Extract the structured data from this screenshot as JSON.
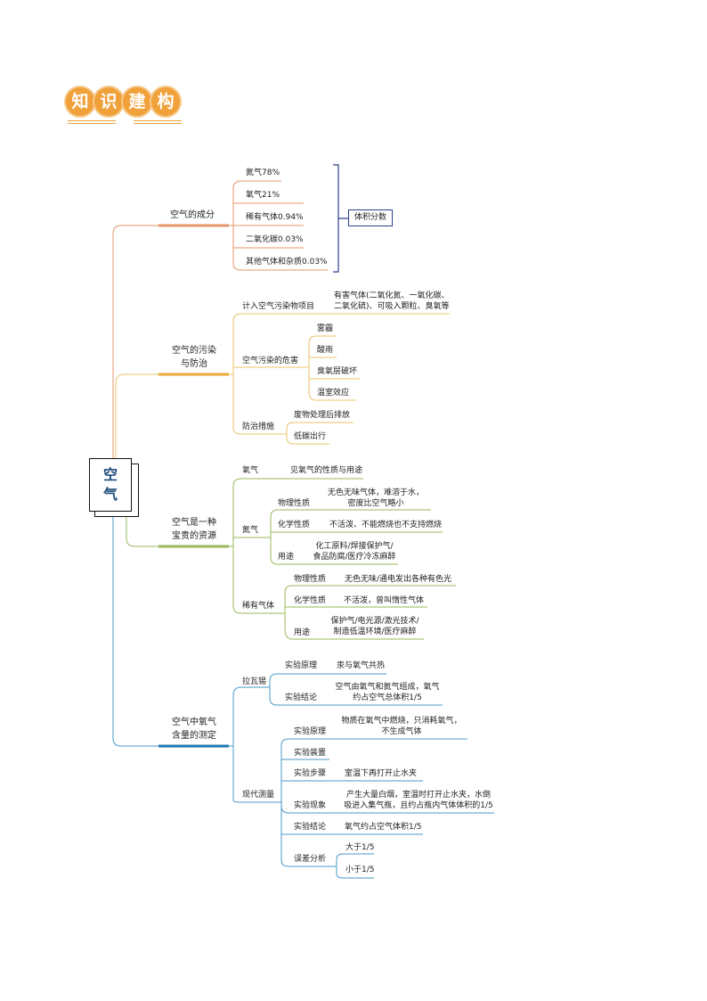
{
  "header": {
    "badge_chars": [
      "知",
      "识",
      "建",
      "构"
    ]
  },
  "root": {
    "title_line1": "空",
    "title_line2": "气"
  },
  "composition": {
    "title": "空气的成分",
    "items": [
      "氮气78%",
      "氧气21%",
      "稀有气体0.94%",
      "二氧化碳0.03%",
      "其他气体和杂质0.03%"
    ],
    "summary": "体积分数"
  },
  "pollution": {
    "title_line1": "空气的污染",
    "title_line2": "与防治",
    "count_label": "计入空气污染物项目",
    "count_desc_line1": "有害气体(二氧化氮、一氧化碳、",
    "count_desc_line2": "二氧化硫)、可吸入颗粒、臭氧等",
    "harm_label": "空气污染的危害",
    "harms": [
      "雾霾",
      "酸雨",
      "臭氧层破坏",
      "温室效应"
    ],
    "prevent_label": "防治措施",
    "prevents": [
      "废物处理后排放",
      "低碳出行"
    ]
  },
  "resource": {
    "title_line1": "空气是一种",
    "title_line2": "宝贵的资源",
    "oxygen": {
      "label": "氧气",
      "desc": "见氧气的性质与用途"
    },
    "nitrogen": {
      "label": "氮气",
      "physical_label": "物理性质",
      "physical_line1": "无色无味气体，难溶于水，",
      "physical_line2": "密度比空气略小",
      "chemical_label": "化学性质",
      "chemical": "不活泼、不能燃烧也不支持燃烧",
      "use_label": "用途",
      "use_line1": "化工原料/焊接保护气/",
      "use_line2": "食品防腐/医疗冷冻麻醉"
    },
    "noble": {
      "label": "稀有气体",
      "physical_label": "物理性质",
      "physical": "无色无味/通电发出各种有色光",
      "chemical_label": "化学性质",
      "chemical": "不活泼，曾叫惰性气体",
      "use_label": "用途",
      "use_line1": "保护气/电光源/激光技术/",
      "use_line2": "制造低温环境/医疗麻醉"
    }
  },
  "measurement": {
    "title_line1": "空气中氧气",
    "title_line2": "含量的测定",
    "lavoisier": {
      "label": "拉瓦锡",
      "principle_label": "实验原理",
      "principle": "汞与氧气共热",
      "conclusion_label": "实验结论",
      "conclusion_line1": "空气由氧气和氮气组成，氧气",
      "conclusion_line2": "约占空气总体积1/5"
    },
    "modern": {
      "label": "现代测量",
      "principle_label": "实验原理",
      "principle_line1": "物质在氧气中燃烧，只消耗氧气，",
      "principle_line2": "不生成气体",
      "device_label": "实验装置",
      "steps_label": "实验步骤",
      "steps": "室温下再打开止水夹",
      "phenomenon_label": "实验现象",
      "phenomenon_line1": "产生大量白烟，室温时打开止水夹，水倒",
      "phenomenon_line2": "吸进入集气瓶，且约占瓶内气体体积的1/5",
      "conclusion_label": "实验结论",
      "conclusion": "氧气约占空气体积1/5",
      "error_label": "误差分析",
      "errors": [
        "大于1/5",
        "小于1/5"
      ]
    }
  },
  "colors": {
    "composition": "#e8956b",
    "pollution": "#e9c46a",
    "resource": "#9aba5a",
    "measurement": "#4a9acb",
    "badge": "#f0a13a",
    "root_text": "#1f4e79",
    "bracket": "#2c3e8c"
  }
}
